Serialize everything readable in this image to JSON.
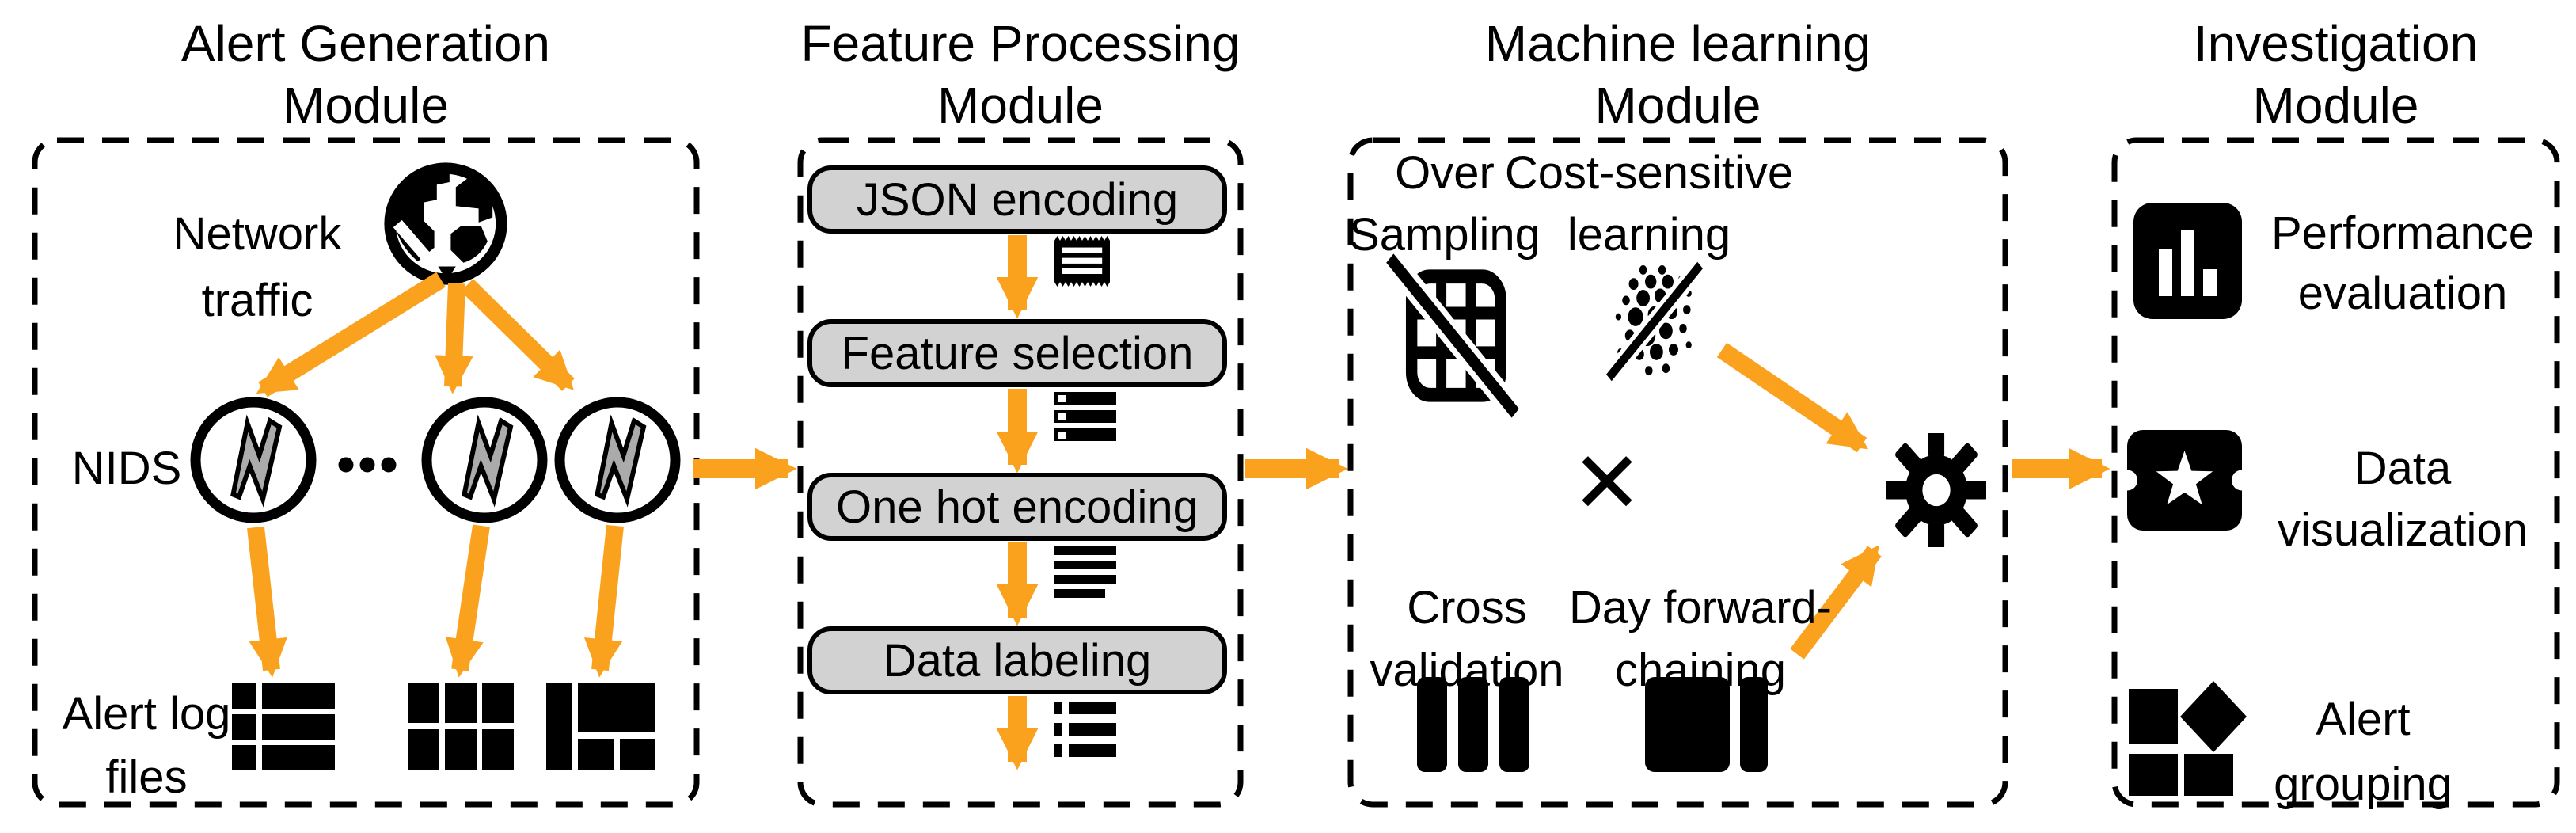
{
  "colors": {
    "accent": "#FAA21E",
    "box_fill": "#D2D2D2",
    "bolt_fill": "#ABABAB",
    "ink": "#000000"
  },
  "modules": [
    {
      "title_line1": "Alert Generation",
      "title_line2": "Module"
    },
    {
      "title_line1": "Feature Processing",
      "title_line2": "Module"
    },
    {
      "title_line1": "Machine learning",
      "title_line2": "Module"
    },
    {
      "title_line1": "Investigation",
      "title_line2": "Module"
    }
  ],
  "alert_generation": {
    "network_line1": "Network",
    "network_line2": "traffic",
    "nids_label": "NIDS",
    "log_line1": "Alert log",
    "log_line2": "files"
  },
  "feature_processing": {
    "steps": [
      "JSON encoding",
      "Feature selection",
      "One hot encoding",
      "Data labeling"
    ]
  },
  "machine_learning": {
    "oversampling_line1": "Over",
    "oversampling_line2": "Sampling",
    "cost_line1": "Cost-sensitive",
    "cost_line2": "learning",
    "cross_line1": "Cross",
    "cross_line2": "validation",
    "day_line1": "Day forward-",
    "day_line2": "chaining",
    "times_symbol": "✕"
  },
  "investigation": {
    "items": [
      {
        "line1": "Performance",
        "line2": "evaluation"
      },
      {
        "line1": "Data",
        "line2": "visualization"
      },
      {
        "line1": "Alert",
        "line2": "grouping"
      }
    ]
  },
  "icons": {
    "network_traffic": "globe-icon",
    "nids_sensor": "lightning-circle-icon",
    "alert_log_file_1": "table-list-icon",
    "alert_log_file_2": "grid-icon",
    "alert_log_file_3": "layout-table-icon",
    "json_encoding_output": "receipt-icon",
    "feature_selection_output": "server-list-icon",
    "one_hot_output": "text-lines-icon",
    "data_labeling_output": "bullet-list-icon",
    "oversampling": "grid-slash-icon",
    "cost_sensitive": "scatter-slash-icon",
    "cross_validation": "vertical-bars-icon",
    "day_forward_chaining": "panel-bar-icon",
    "model_training": "gear-icon",
    "performance_evaluation": "bar-chart-icon",
    "data_visualization": "ticket-star-icon",
    "alert_grouping": "shapes-icon"
  }
}
